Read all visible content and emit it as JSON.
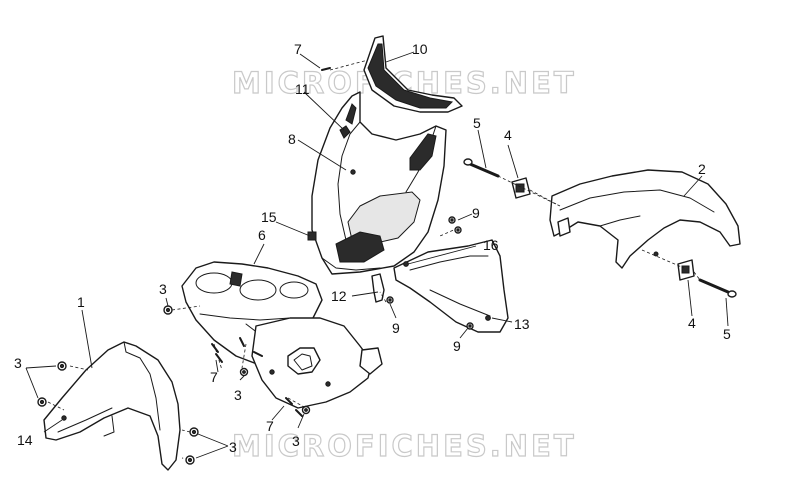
{
  "watermarks": [
    "MICROFICHES.NET",
    "MICROFICHES.NET"
  ],
  "callouts": {
    "c1": "1",
    "c2": "2",
    "c3a": "3",
    "c3b": "3",
    "c3c": "3",
    "c3d": "3",
    "c3e": "3",
    "c4a": "4",
    "c4b": "4",
    "c5a": "5",
    "c5b": "5",
    "c6": "6",
    "c7a": "7",
    "c7b": "7",
    "c7c": "7",
    "c8": "8",
    "c9a": "9",
    "c9b": "9",
    "c9c": "9",
    "c10": "10",
    "c11": "11",
    "c12": "12",
    "c13": "13",
    "c14": "14",
    "c15": "15",
    "c16": "16"
  }
}
